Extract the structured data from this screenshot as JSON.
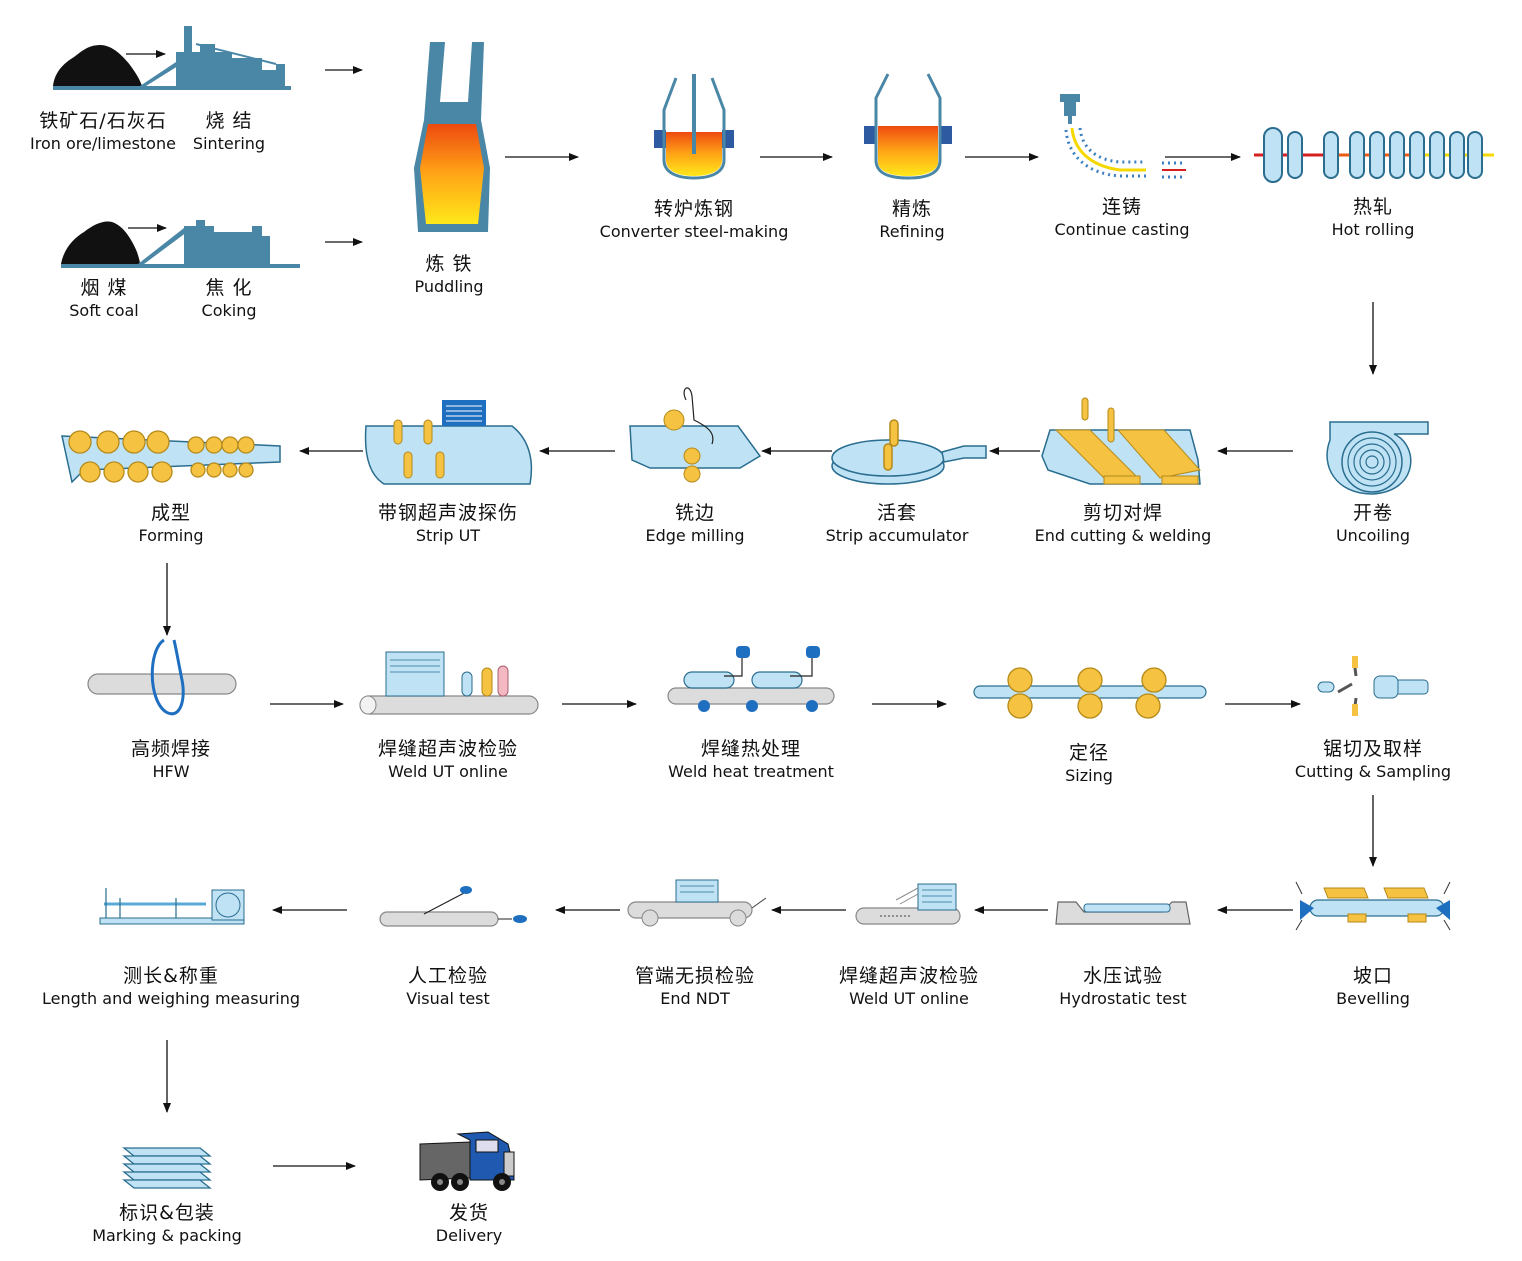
{
  "steps": {
    "iron_ore": {
      "zh": "铁矿石/石灰石",
      "en": "Iron ore/limestone"
    },
    "sintering": {
      "zh": "烧 结",
      "en": "Sintering"
    },
    "soft_coal": {
      "zh": "烟 煤",
      "en": "Soft coal"
    },
    "coking": {
      "zh": "焦 化",
      "en": "Coking"
    },
    "puddling": {
      "zh": "炼 铁",
      "en": "Puddling"
    },
    "converter": {
      "zh": "转炉炼钢",
      "en": "Converter steel-making"
    },
    "refining": {
      "zh": "精炼",
      "en": "Refining"
    },
    "casting": {
      "zh": "连铸",
      "en": "Continue casting"
    },
    "hot_rolling": {
      "zh": "热轧",
      "en": "Hot rolling"
    },
    "uncoiling": {
      "zh": "开卷",
      "en": "Uncoiling"
    },
    "end_cutting": {
      "zh": "剪切对焊",
      "en": "End cutting & welding"
    },
    "accumulator": {
      "zh": "活套",
      "en": "Strip accumulator"
    },
    "edge_milling": {
      "zh": "铣边",
      "en": "Edge milling"
    },
    "strip_ut": {
      "zh": "带钢超声波探伤",
      "en": "Strip UT"
    },
    "forming": {
      "zh": "成型",
      "en": "Forming"
    },
    "hfw": {
      "zh": "高频焊接",
      "en": "HFW"
    },
    "weld_ut_1": {
      "zh": "焊缝超声波检验",
      "en": "Weld UT online"
    },
    "heat_treatment": {
      "zh": "焊缝热处理",
      "en": "Weld heat treatment"
    },
    "sizing": {
      "zh": "定径",
      "en": "Sizing"
    },
    "cutting": {
      "zh": "锯切及取样",
      "en": "Cutting & Sampling"
    },
    "bevelling": {
      "zh": "坡口",
      "en": "Bevelling"
    },
    "hydrostatic": {
      "zh": "水压试验",
      "en": "Hydrostatic test"
    },
    "weld_ut_2": {
      "zh": "焊缝超声波检验",
      "en": "Weld UT online"
    },
    "end_ndt": {
      "zh": "管端无损检验",
      "en": "End NDT"
    },
    "visual": {
      "zh": "人工检验",
      "en": "Visual test"
    },
    "length": {
      "zh": "测长&称重",
      "en": "Length and weighing measuring"
    },
    "marking": {
      "zh": "标识&包装",
      "en": "Marking & packing"
    },
    "delivery": {
      "zh": "发货",
      "en": "Delivery"
    }
  },
  "colors": {
    "industrial_blue": "#4a87a6",
    "light_blue": "#bfe3f5",
    "outline_blue": "#2a6d8f",
    "gold": "#f5c242",
    "molten_orange": "#ee5a10",
    "molten_yellow": "#ffe81a",
    "tube_grey": "#dcdcdc",
    "arrow": "#111111"
  },
  "icons": [
    "sinter-plant-icon",
    "coke-plant-icon",
    "blast-furnace-icon",
    "converter-icon",
    "ladle-icon",
    "caster-icon",
    "rolling-mill-icon",
    "coil-icon",
    "shear-welder-icon",
    "accumulator-icon",
    "edge-mill-icon",
    "strip-ut-icon",
    "forming-rolls-icon",
    "hfw-coil-icon",
    "weld-ut-icon",
    "heat-treatment-icon",
    "sizing-rolls-icon",
    "saw-icon",
    "bevelling-icon",
    "hydrotest-icon",
    "end-ndt-icon",
    "visual-test-icon",
    "length-measure-icon",
    "bundle-icon",
    "truck-icon"
  ]
}
